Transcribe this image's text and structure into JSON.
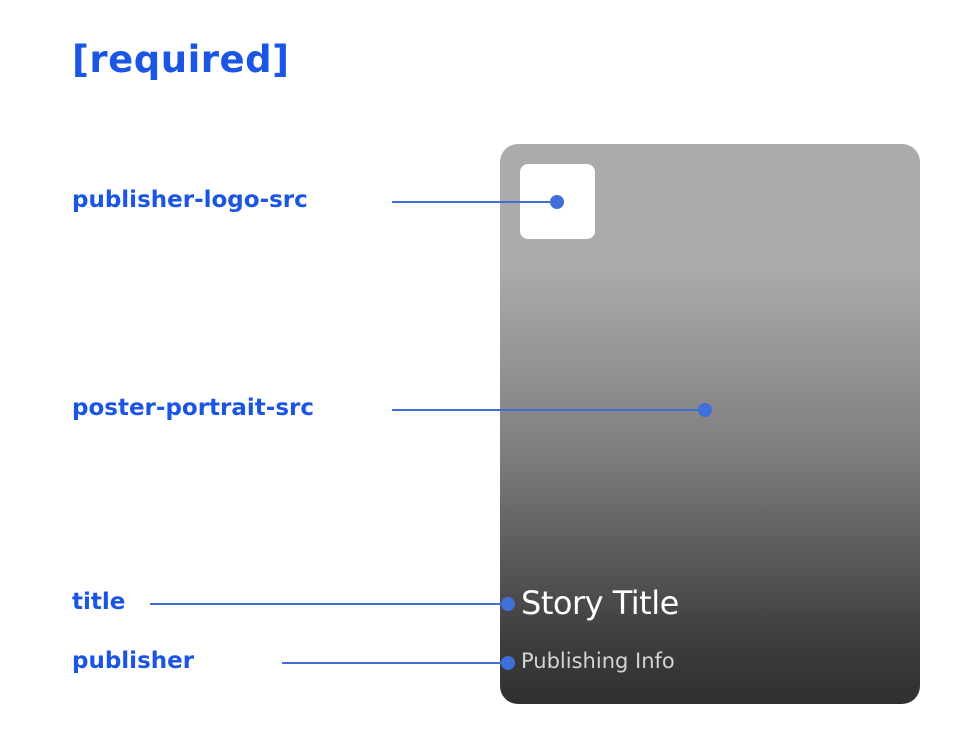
{
  "heading": "[required]",
  "callouts": {
    "publisher_logo_src": "publisher-logo-src",
    "poster_portrait_src": "poster-portrait-src",
    "title": "title",
    "publisher": "publisher"
  },
  "card": {
    "story_title": "Story Title",
    "publishing_info": "Publishing Info"
  },
  "colors": {
    "accent": "#1a55e3",
    "connector": "#3f6fd8",
    "card_top": "#ababab",
    "card_bottom": "#303030"
  }
}
